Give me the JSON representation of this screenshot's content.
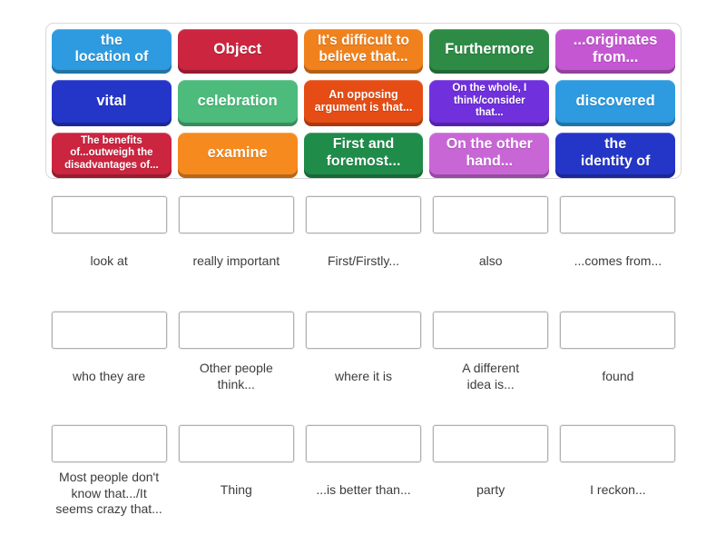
{
  "board": {
    "tiles": [
      {
        "label": "the\nlocation of",
        "color": "#2E9BE0"
      },
      {
        "label": "Object",
        "color": "#CB2540"
      },
      {
        "label": "It's difficult to\nbelieve that...",
        "color": "#F0811C"
      },
      {
        "label": "Furthermore",
        "color": "#2E8B46"
      },
      {
        "label": "...originates\nfrom...",
        "color": "#C558D2"
      },
      {
        "label": "vital",
        "color": "#2436C8"
      },
      {
        "label": "celebration",
        "color": "#4CBB7C"
      },
      {
        "label": "An opposing\nargument is that...",
        "color": "#E54D15"
      },
      {
        "label": "On the whole, I\nthink/consider\nthat...",
        "color": "#7030DC"
      },
      {
        "label": "discovered",
        "color": "#2E9BE0"
      },
      {
        "label": "The benefits\nof...outweigh the\ndisadvantages of...",
        "color": "#CB2540"
      },
      {
        "label": "examine",
        "color": "#F68A1F"
      },
      {
        "label": "First and\nforemost...",
        "color": "#1F8C4A"
      },
      {
        "label": "On the other\nhand...",
        "color": "#C966D6"
      },
      {
        "label": "the\nidentity of",
        "color": "#2436C8"
      }
    ]
  },
  "answers": {
    "slots": [
      {
        "label": "look at"
      },
      {
        "label": "really important"
      },
      {
        "label": "First/Firstly..."
      },
      {
        "label": "also"
      },
      {
        "label": "...comes from..."
      },
      {
        "label": "who they are"
      },
      {
        "label": "Other people\nthink..."
      },
      {
        "label": "where it is"
      },
      {
        "label": "A different\nidea is..."
      },
      {
        "label": "found"
      },
      {
        "label": "Most people don't\nknow that.../It\nseems crazy that..."
      },
      {
        "label": "Thing"
      },
      {
        "label": "...is better than..."
      },
      {
        "label": "party"
      },
      {
        "label": "I reckon..."
      }
    ]
  },
  "colors": {
    "page_background": "#ffffff",
    "board_border": "#d8d8d8",
    "slot_border": "#b0b0b0",
    "tile_text": "#ffffff",
    "answer_label_text": "#3c3c3c"
  }
}
